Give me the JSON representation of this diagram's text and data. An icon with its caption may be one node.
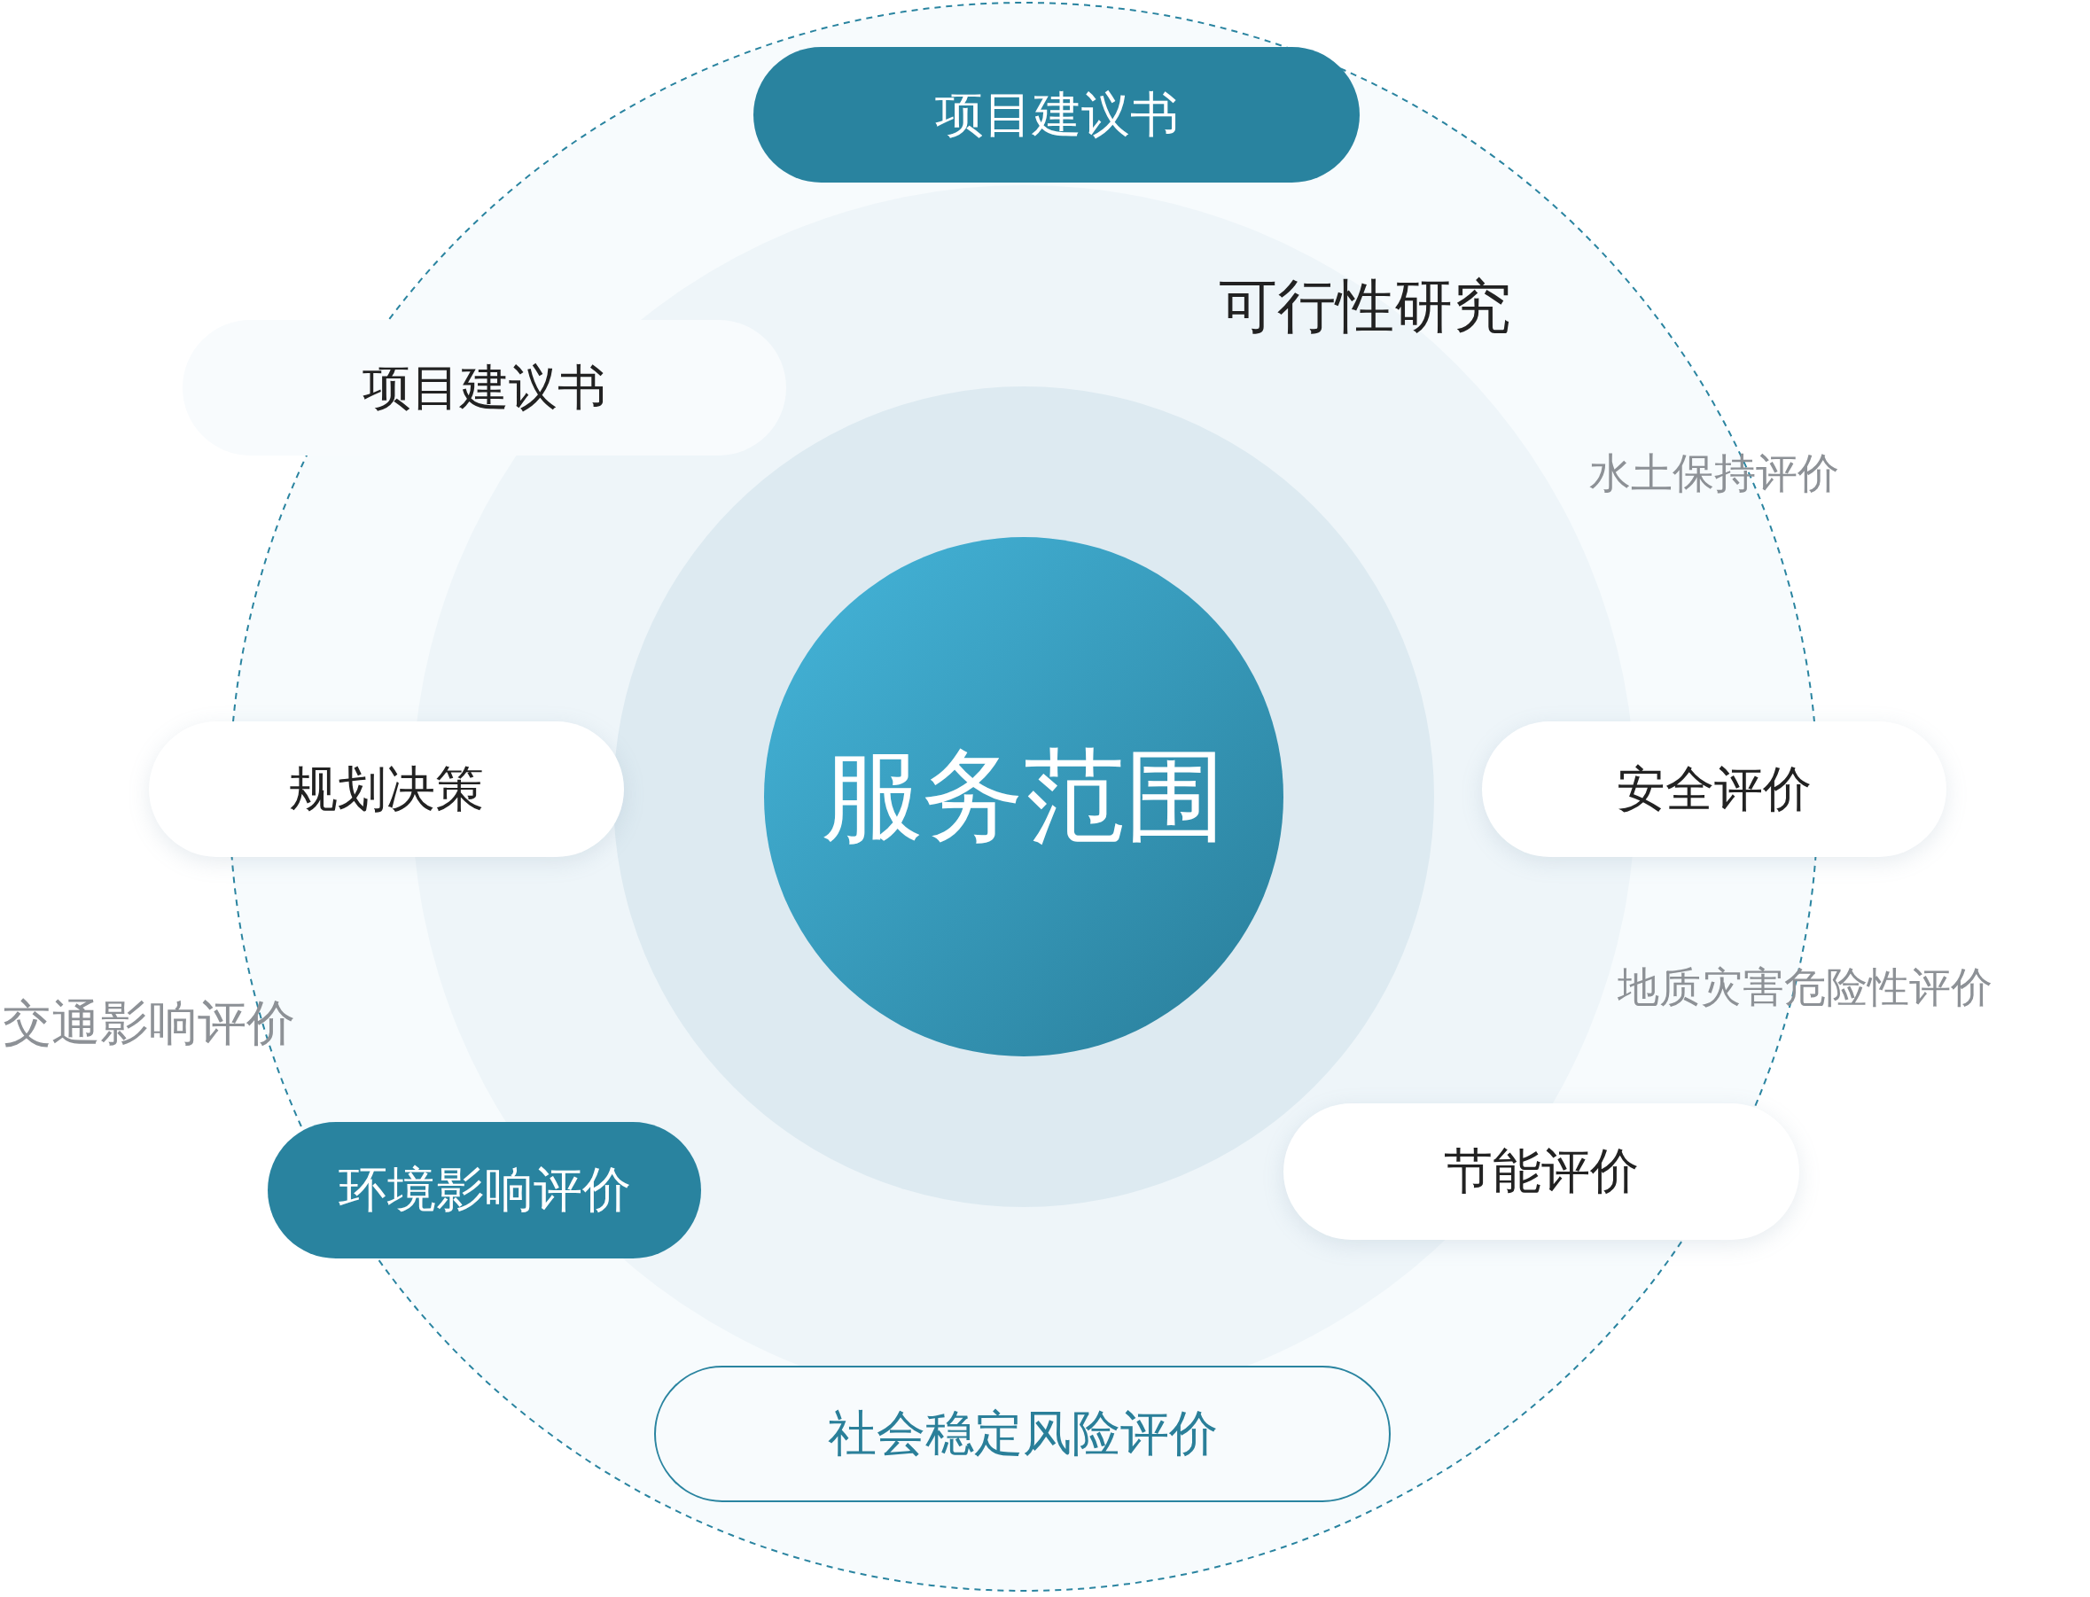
{
  "diagram": {
    "nodes": [
      {
        "text": [
          "服务范围"
        ]
      },
      {
        "text": [
          "项目建议书"
        ]
      },
      {
        "text": [
          "项目建议书"
        ]
      },
      {
        "text": [
          "规划决策"
        ]
      },
      {
        "text": [
          "安全评价"
        ]
      },
      {
        "text": [
          "环境影响评价"
        ]
      },
      {
        "text": [
          "节能评价"
        ]
      },
      {
        "text": [
          "社会稳定风险评价"
        ]
      }
    ],
    "edges": [],
    "labels": [
      "可行性研究",
      "水土保持评价",
      "地质灾害危险性评价",
      "交通影响评价"
    ]
  }
}
